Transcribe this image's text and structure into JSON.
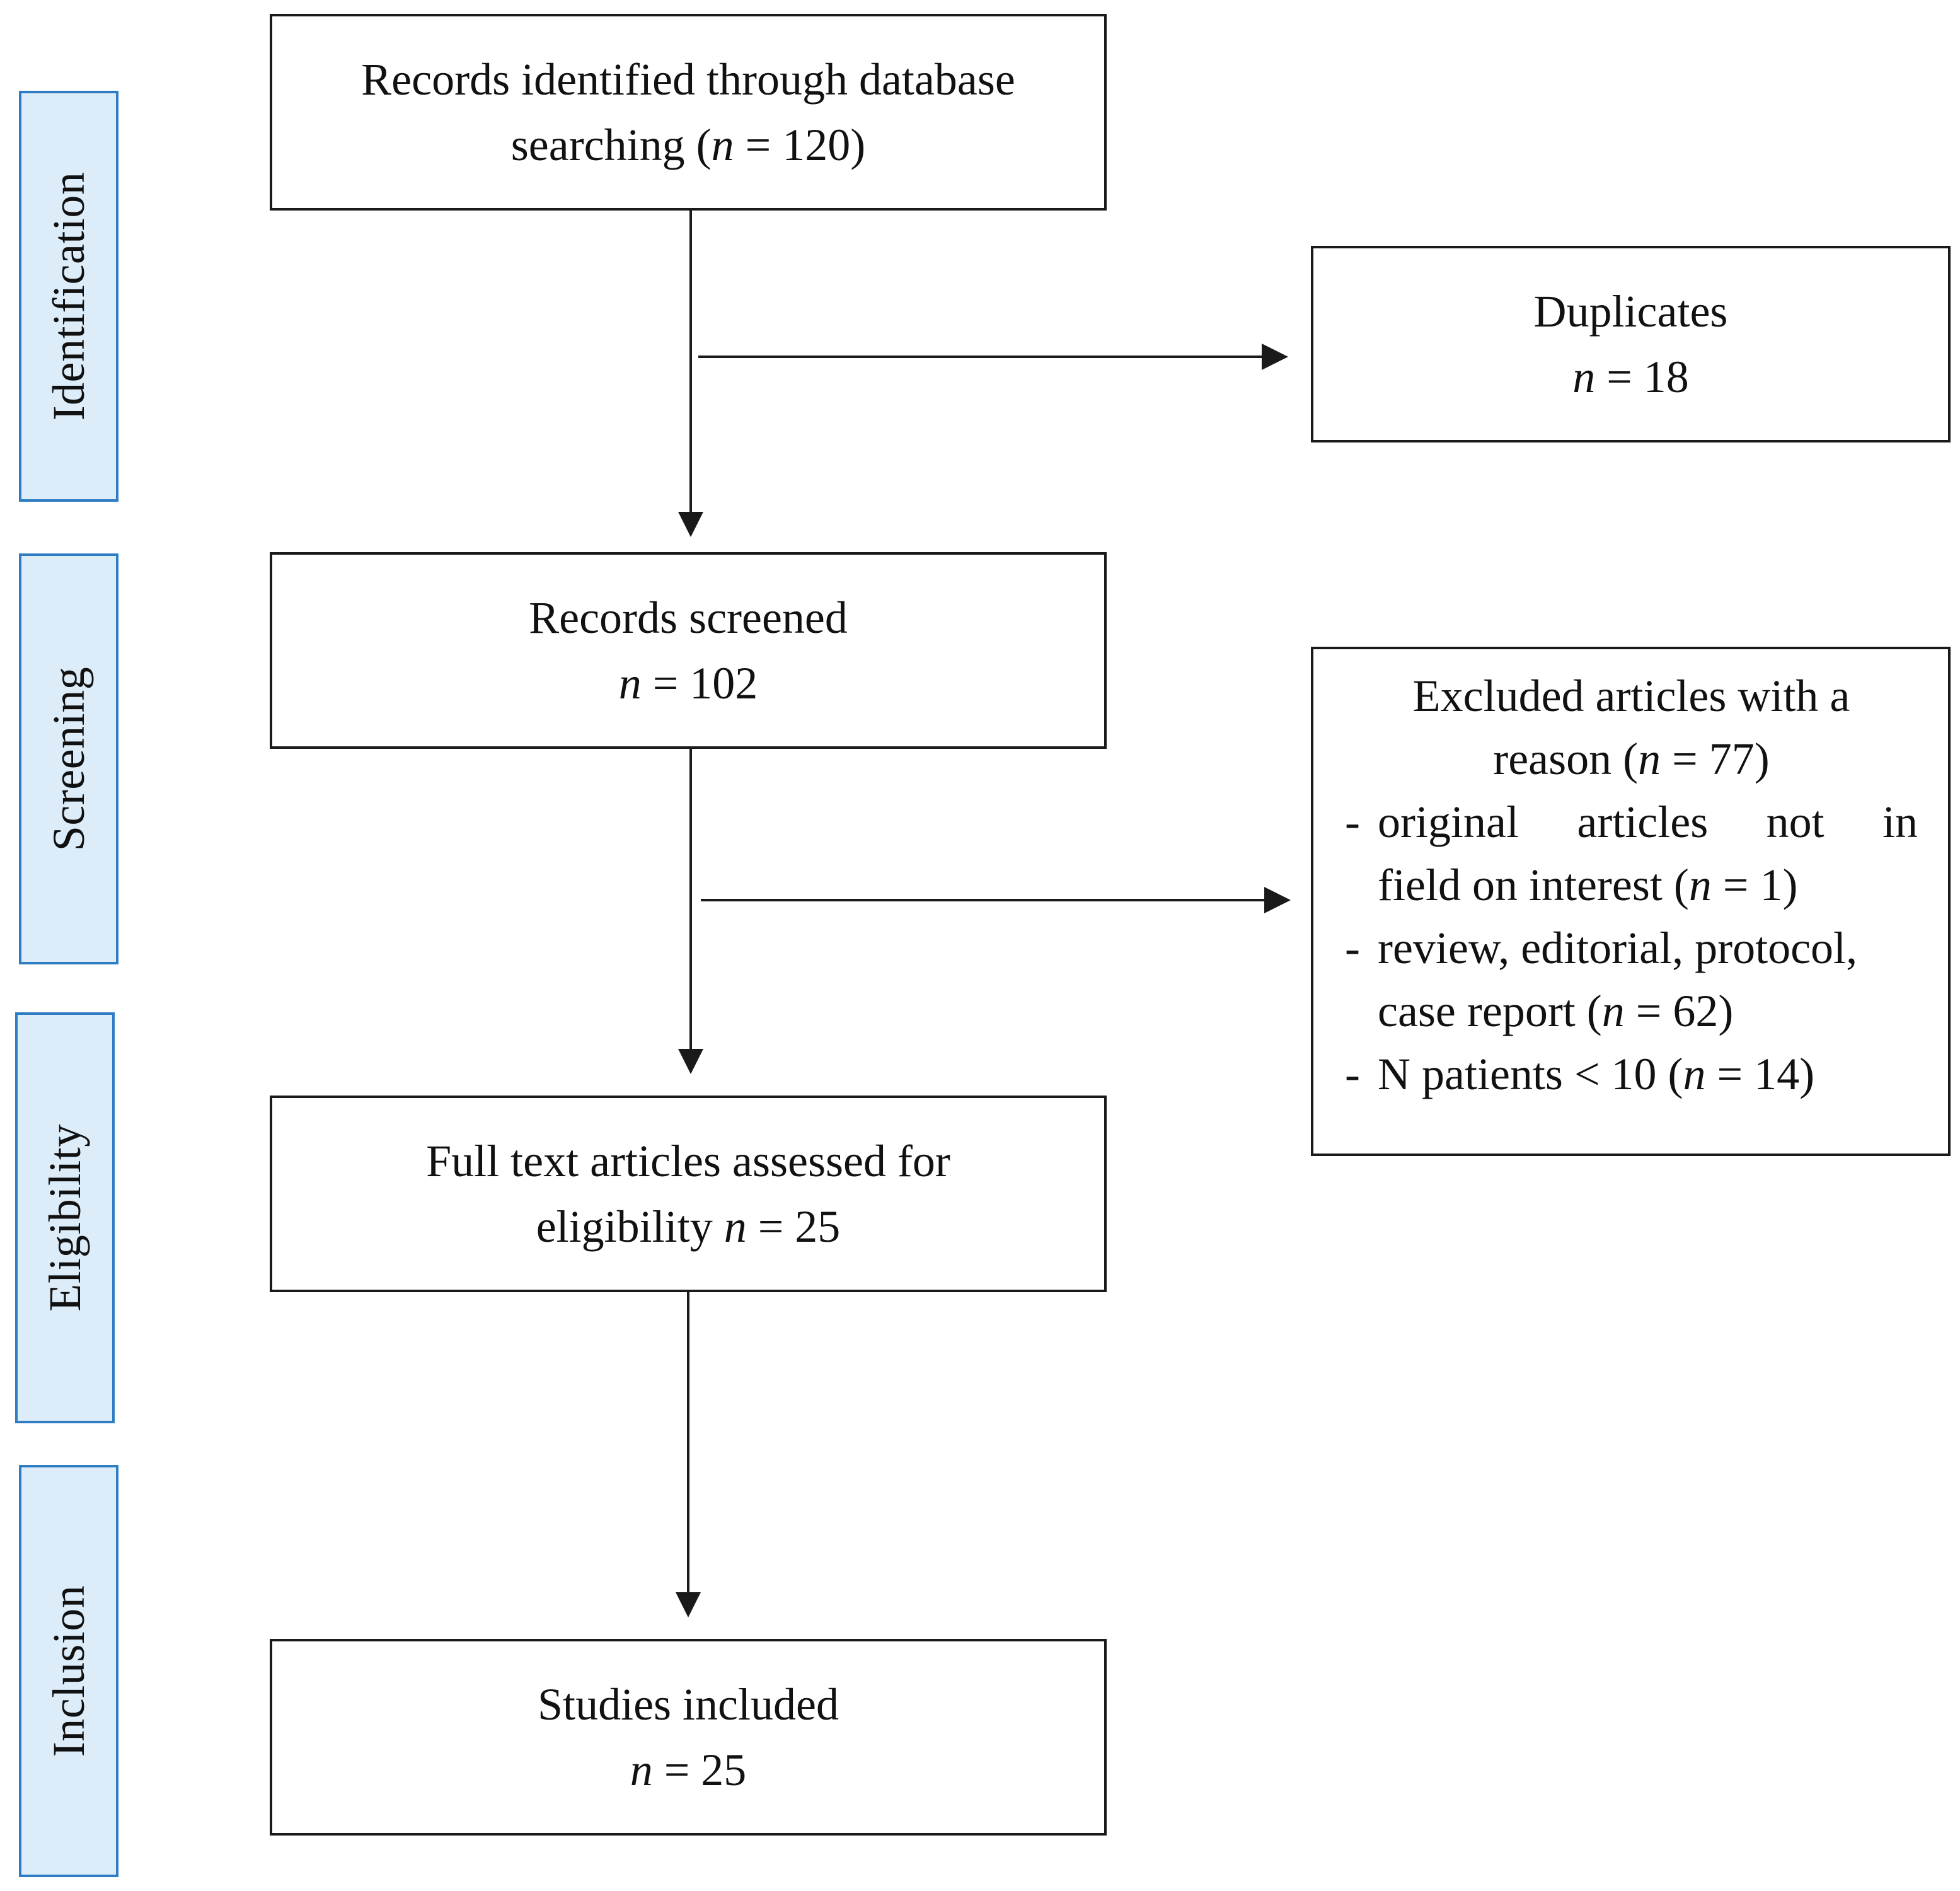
{
  "stages": {
    "identification": "Identification",
    "screening": "Screening",
    "eligibility": "Eligibility",
    "inclusion": "Inclusion"
  },
  "boxes": {
    "records_identified": {
      "line1": "Records identified through database",
      "line2_pre": "searching (",
      "n": "n",
      "line2_post": " = 120)"
    },
    "duplicates": {
      "title": "Duplicates",
      "n": "n",
      "count": " = 18"
    },
    "records_screened": {
      "title": "Records screened",
      "n": "n",
      "count": " = 102"
    },
    "excluded": {
      "head1": "Excluded articles with a",
      "head2_pre": "reason (",
      "n": "n",
      "head2_post": " = 77)",
      "dash": "-",
      "item1_words": [
        "original",
        "articles",
        "not",
        "in"
      ],
      "item1_line2_pre": "field on interest (",
      "item1_line2_post": " = 1)",
      "item2_line1": "review, editorial, protocol,",
      "item2_line2_pre": "case report (",
      "item2_line2_post": " = 62)",
      "item3_pre": "N patients < 10 (",
      "item3_post": " = 14)"
    },
    "full_text": {
      "line1": "Full text articles assessed for",
      "line2_pre": "eligibility ",
      "n": "n",
      "line2_post": " = 25"
    },
    "studies_included": {
      "title": "Studies included",
      "n": "n",
      "count": " = 25"
    }
  },
  "colors": {
    "stage_fill": "#dcecf9",
    "stage_border": "#2e7dc4",
    "box_border": "#1a1a1a",
    "arrow": "#1a1a1a"
  }
}
